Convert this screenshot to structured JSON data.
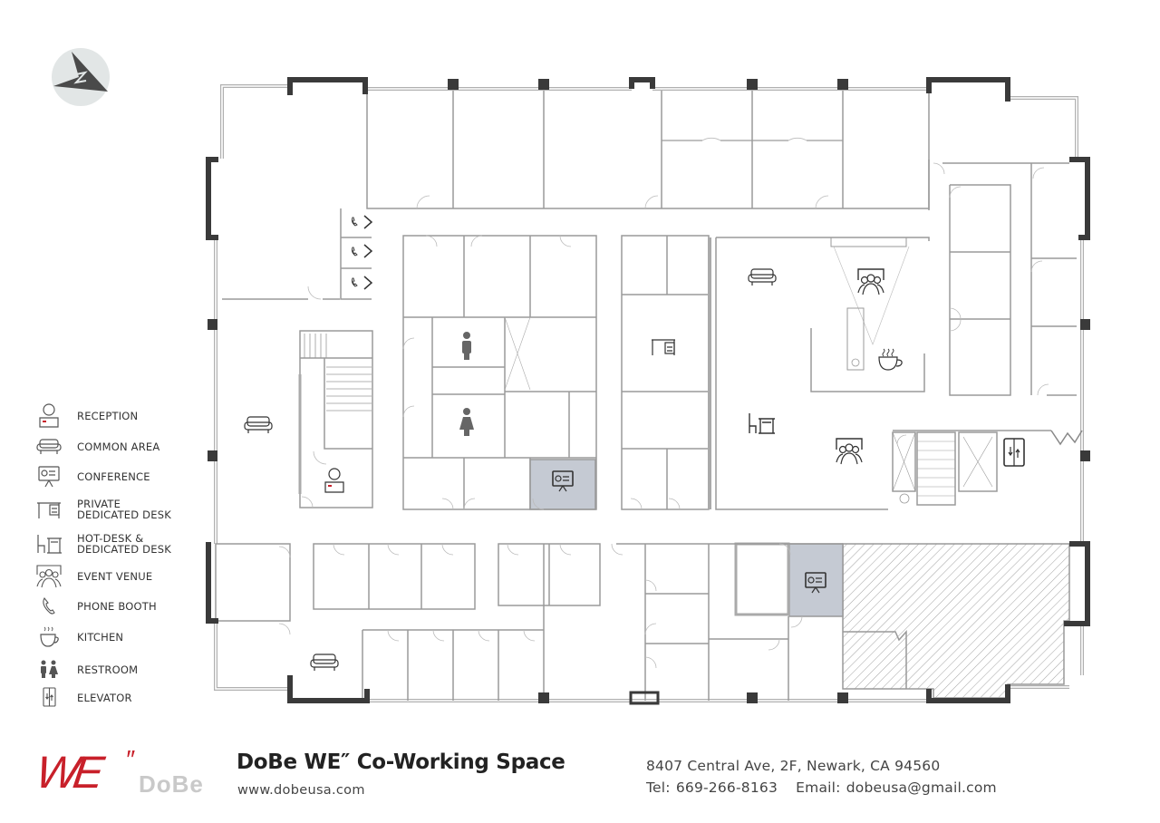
{
  "compass": {
    "icon": "north-arrow-icon",
    "label": "N"
  },
  "legend": {
    "items": [
      {
        "id": "reception",
        "icon": "reception-icon",
        "label": "RECEPTION"
      },
      {
        "id": "common-area",
        "icon": "sofa-icon",
        "label": "COMMON AREA"
      },
      {
        "id": "conference",
        "icon": "presentation-board-icon",
        "label": "CONFERENCE"
      },
      {
        "id": "private-desk",
        "icon": "private-desk-icon",
        "label": "PRIVATE\nDEDICATED DESK"
      },
      {
        "id": "hot-desk",
        "icon": "hot-desk-icon",
        "label": "HOT-DESK &\nDEDICATED DESK"
      },
      {
        "id": "event-venue",
        "icon": "audience-icon",
        "label": "EVENT VENUE"
      },
      {
        "id": "phone-booth",
        "icon": "phone-icon",
        "label": "PHONE BOOTH"
      },
      {
        "id": "kitchen",
        "icon": "coffee-cup-icon",
        "label": "KITCHEN"
      },
      {
        "id": "restroom",
        "icon": "restroom-icon",
        "label": "RESTROOM"
      },
      {
        "id": "elevator",
        "icon": "elevator-icon",
        "label": "ELEVATOR"
      }
    ]
  },
  "colors": {
    "brand_red": "#c8202a",
    "structural_wall": "#3a3a3a",
    "interior_wall": "#9a9a9a",
    "conference_fill": "#c5cad3",
    "logo_gray": "#c9c9c9"
  },
  "footer": {
    "logo_we": "WE",
    "logo_quote": "″",
    "logo_dobe": "DoBe",
    "title": "DoBe WE″ Co-Working Space",
    "website": "www.dobeusa.com",
    "address": "8407 Central Ave, 2F, Newark, CA 94560",
    "tel": "Tel: 669-266-8163",
    "email": "Email: dobeusa@gmail.com"
  },
  "plan": {
    "rooms_marked": [
      {
        "type": "phone-booth",
        "count": 3
      },
      {
        "type": "common-area",
        "count": 3
      },
      {
        "type": "reception",
        "count": 1
      },
      {
        "type": "restroom",
        "count": 2
      },
      {
        "type": "conference",
        "count": 2
      },
      {
        "type": "private-desk",
        "count": 1
      },
      {
        "type": "hot-desk",
        "count": 1
      },
      {
        "type": "event-venue",
        "count": 2
      },
      {
        "type": "kitchen",
        "count": 1
      },
      {
        "type": "elevator",
        "count": 1
      }
    ]
  }
}
